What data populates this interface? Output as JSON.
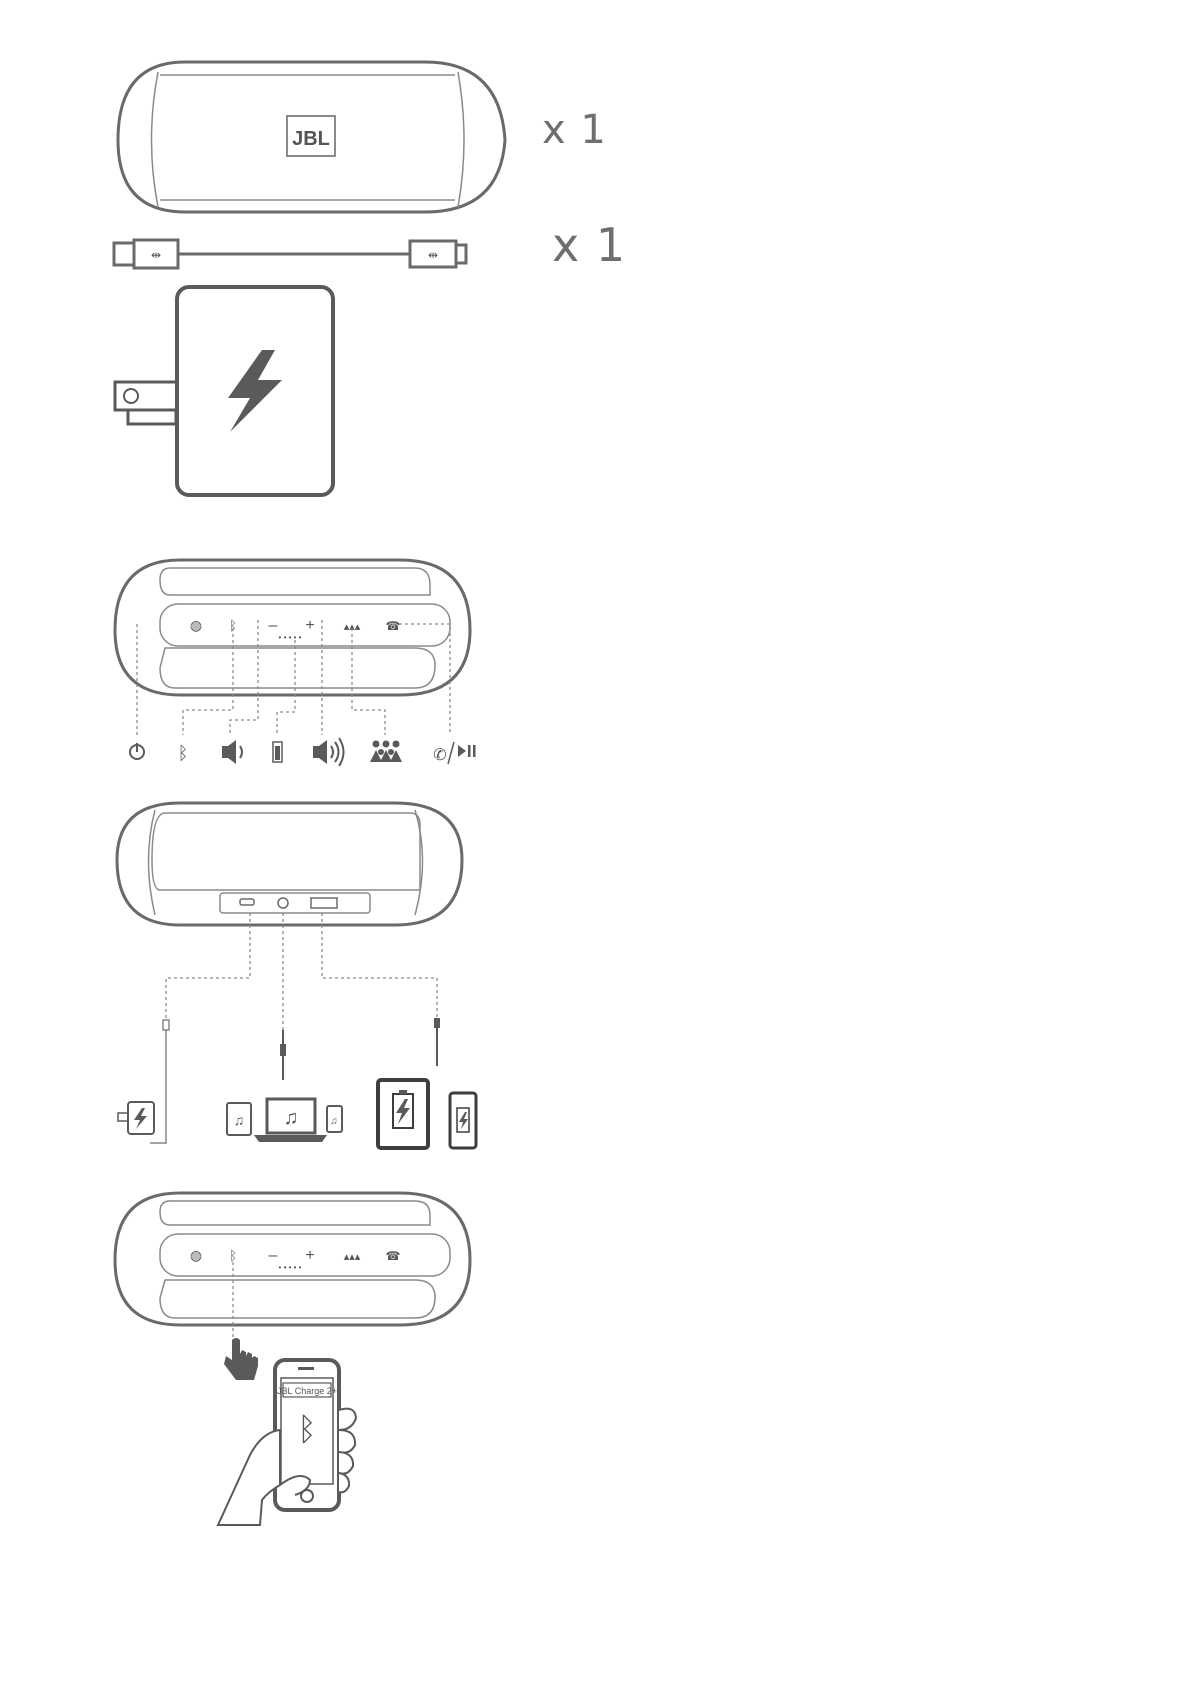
{
  "box_contents": {
    "speaker_qty": "x 1",
    "cable_qty": "x 1",
    "speaker_logo": "JBL"
  },
  "bluetooth_pairing": {
    "device_name": "JBL Charge 2+"
  }
}
